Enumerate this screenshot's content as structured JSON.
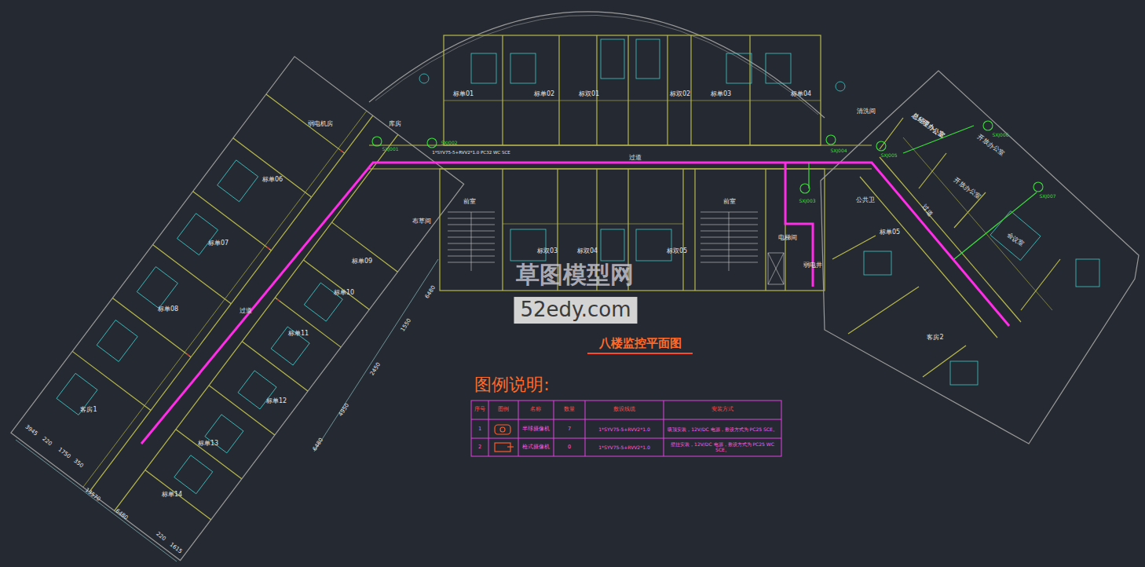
{
  "diagram": {
    "title": "八楼监控平面图",
    "labels": [
      "弱电机房",
      "库房",
      "标单01",
      "标单02",
      "标双01",
      "标双02",
      "标单03",
      "标单04",
      "清洗间",
      "总经理办公室",
      "开放办公室",
      "开放办公室",
      "会议室",
      "过道",
      "前室",
      "前室",
      "公共卫",
      "电梯间",
      "弱电井",
      "标双03",
      "标双04",
      "标双05",
      "过道",
      "标单05",
      "客房2",
      "标单06",
      "布草间",
      "标单07",
      "标单09",
      "标单10",
      "标单08",
      "过道",
      "标单11",
      "标单12",
      "标单13",
      "标单14",
      "客房1",
      "SXJ001",
      "SXJ002",
      "SXJ003",
      "SXJ004",
      "SXJ005",
      "SXJ006",
      "SXJ007",
      "1*SYV75-5+RVV2*1.0 PC32 WC SCE",
      "草图模型网",
      "52edy.com",
      "图例说明:",
      "序号",
      "图例",
      "名称",
      "数量",
      "敷设线缆",
      "安装方式",
      "1",
      "半球摄像机",
      "7",
      "1*SYV75-5+RVV2*1.0",
      "吸顶安装，12V/DC 电源，敷设方式为 PC25 SCE。",
      "2",
      "枪式摄像机",
      "0",
      "1*SYV75-5+RVV2*1.0",
      "壁挂安装，12V/DC 电源，敷设方式为 PC25 WC SCE。",
      "3945",
      "220",
      "1750",
      "350",
      "13570",
      "6480",
      "220",
      "1615",
      "6480",
      "1550",
      "2450",
      "4950",
      "6480"
    ]
  }
}
